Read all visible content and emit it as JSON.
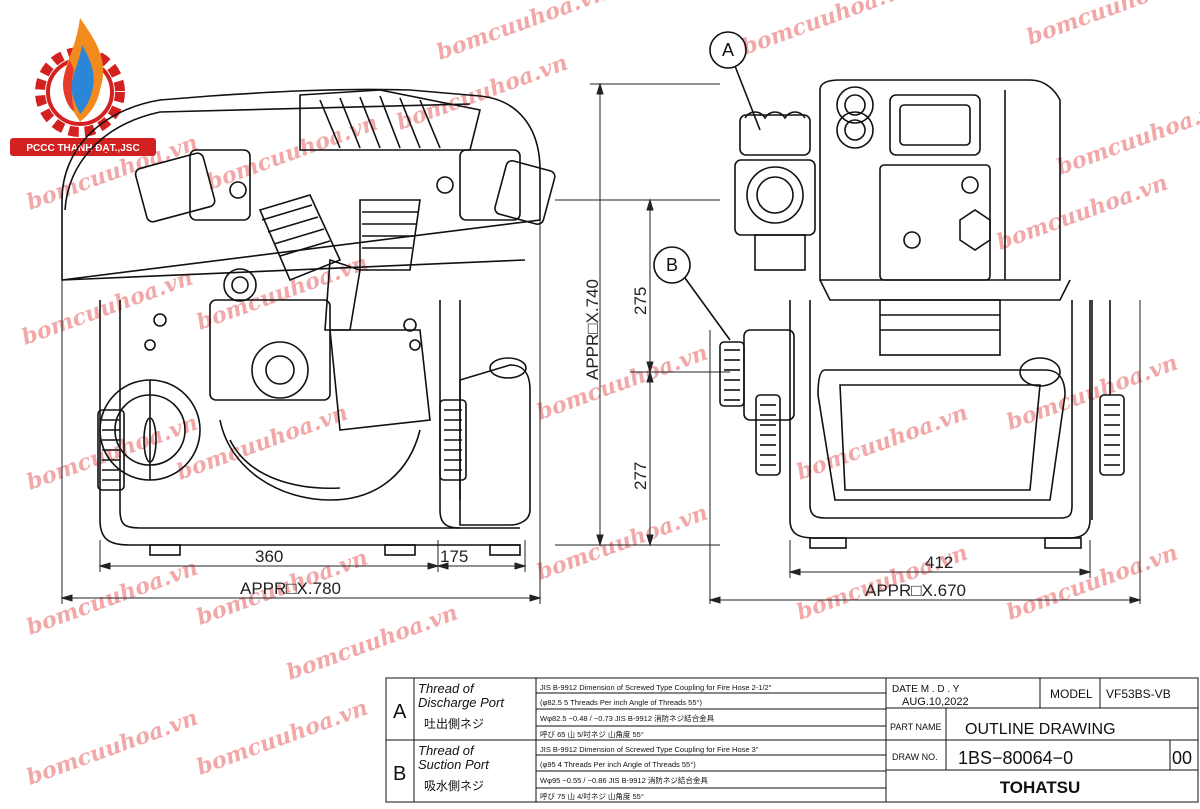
{
  "logo": {
    "company": "PCCC THANH ĐẠT.,JSC",
    "name": "flame-gear-logo"
  },
  "watermark": "bomcuuhoa.vn",
  "dimensions": {
    "left_width_part1": "360",
    "left_width_part2": "175",
    "left_total": "APPR□X.780",
    "height_total": "APPR□X.740",
    "height_upper": "275",
    "height_lower": "277",
    "right_inner": "412",
    "right_total": "APPR□X.670"
  },
  "callouts": {
    "a": "A",
    "b": "B"
  },
  "title_block": {
    "row_a": {
      "letter": "A",
      "title_line1": "Thread of",
      "title_line2": "Discharge Port",
      "jp": "吐出側ネジ",
      "spec1": "JIS B-9912 Dimension of Screwed Type Coupling for Fire Hose 2-1/2\"",
      "spec2": "(φ82.5  5 Threads Per inch Angle of Threads 55°)",
      "spec3": "Wφ82.5 −0.48 / −0.73   JIS B-9912  消防ネジ結合金具",
      "spec4": "呼び 65  山 5/吋ネジ  山角度 55°"
    },
    "row_b": {
      "letter": "B",
      "title_line1": "Thread of",
      "title_line2": "Suction Port",
      "jp": "吸水側ネジ",
      "spec1": "JIS B-9912 Dimension of Screwed Type Coupling for Fire Hose 3\"",
      "spec2": "(φ95  4 Threads Per inch Angle of Threads 55°)",
      "spec3": "Wφ95 −0.55 / −0.86   JIS B-9912  消防ネジ結合金具",
      "spec4": "呼び 75  山 4/吋ネジ  山角度 55°"
    },
    "date_label": "DATE  M . D . Y",
    "date_value": "AUG.10,2022",
    "model_label": "MODEL",
    "model_value": "VF53BS-VB",
    "part_name_label": "PART NAME",
    "part_name_value": "OUTLINE  DRAWING",
    "draw_no_label": "DRAW NO.",
    "draw_no_value": "1BS−80064−0",
    "draw_no_rev": "00",
    "brand": "TOHATSU"
  }
}
